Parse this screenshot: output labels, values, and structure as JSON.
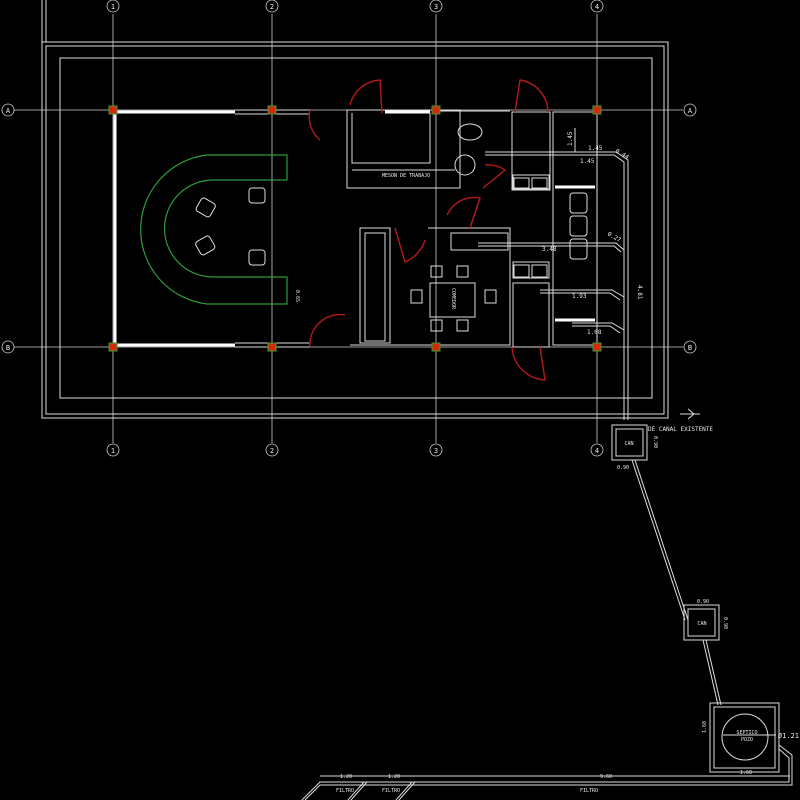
{
  "grid": {
    "columns": [
      "1",
      "2",
      "3",
      "4"
    ],
    "rows": [
      "A",
      "B"
    ]
  },
  "rooms": {
    "work_counter": "MESON DE TRABAJO",
    "dining": "COMEDOR"
  },
  "dimensions": {
    "counter_end": "0.65",
    "wc_v": "1.45",
    "wc_h1": "1.45",
    "wc_h2": "1.45",
    "diag1": "0.44",
    "diag2": "0.27",
    "pipe_348": "3.48",
    "pipe_193": "1.93",
    "pipe_108": "1.08",
    "vertical_run": "4.81"
  },
  "drainage": {
    "outlet_label": "DE CANAL EXISTENTE",
    "box1": {
      "label": "CAN",
      "width": "0.90",
      "height": "0.90"
    },
    "box2": {
      "label": "CAN",
      "width": "0.90",
      "height": "0.90"
    },
    "septic": {
      "label_1": "SEPTICO",
      "label_2": "POZO",
      "diameter": "Ø1.21",
      "width": "1.60",
      "height": "1.60"
    },
    "filters": [
      {
        "label": "FILTRO",
        "length": "1.20"
      },
      {
        "label": "FILTRO",
        "length": "1.20"
      },
      {
        "label": "FILTRO",
        "length": "9.60"
      }
    ]
  },
  "colors": {
    "background": "#000000",
    "lines": "#dddddd",
    "doors": "#b31a1a",
    "counter": "#2f9a3a",
    "columns": "#d42a0c"
  }
}
